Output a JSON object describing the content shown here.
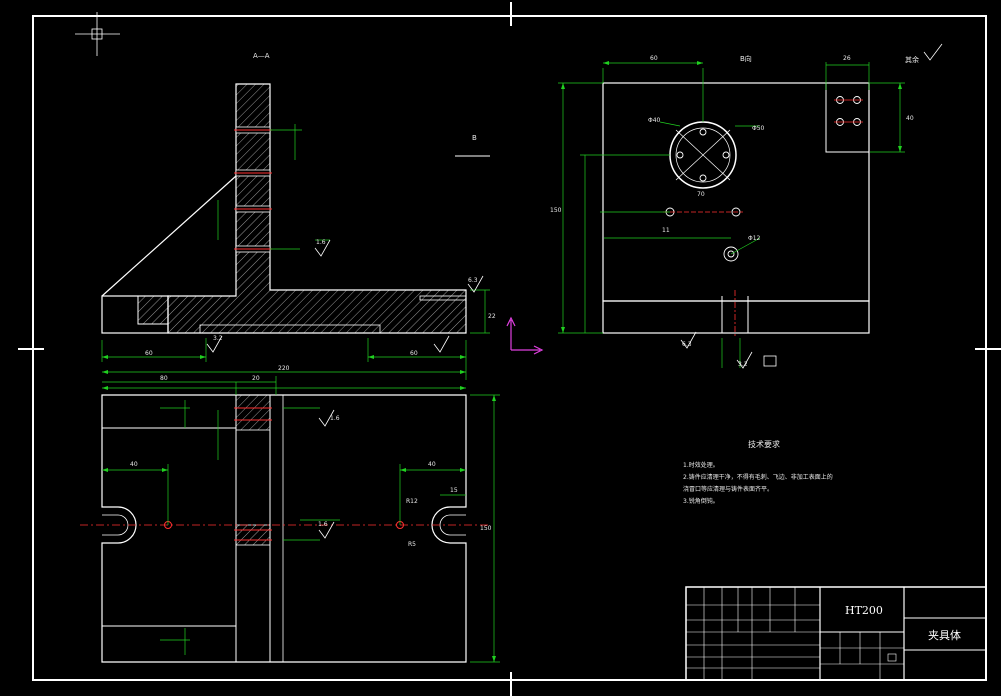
{
  "views": {
    "section_label": "A—A",
    "side_label": "B向",
    "b_marker": "B"
  },
  "roughness": "其余",
  "tech": {
    "title": "技术要求",
    "items": [
      "1.时效处理。",
      "2.铸件应清理干净，不得有毛刺、飞边、非加工表面上的",
      "浇冒口等应清理与铸件表面齐平。",
      "3.锐角倒钝。"
    ]
  },
  "title_block": {
    "material": "HT200",
    "part_name": "夹具体"
  },
  "dims": {
    "front_total": "220",
    "front_left": "60",
    "front_right": "60",
    "front_thick": "22",
    "plan_80": "80",
    "plan_20": "20",
    "plan_h": "150",
    "plan_40a": "40",
    "plan_40b": "40",
    "plan_r12": "R12",
    "plan_15": "15",
    "plan_r5": "R5",
    "side_w": "60",
    "side_26": "26",
    "side_h": "150",
    "side_40": "40",
    "side_d40": "Φ40",
    "side_d50": "Φ50",
    "side_phi12": "Φ12",
    "side_70": "70",
    "side_11": "11",
    "side_d12": "Φ12",
    "rough_16": "1.6",
    "rough_32": "3.2",
    "rough_63": "6.3"
  }
}
